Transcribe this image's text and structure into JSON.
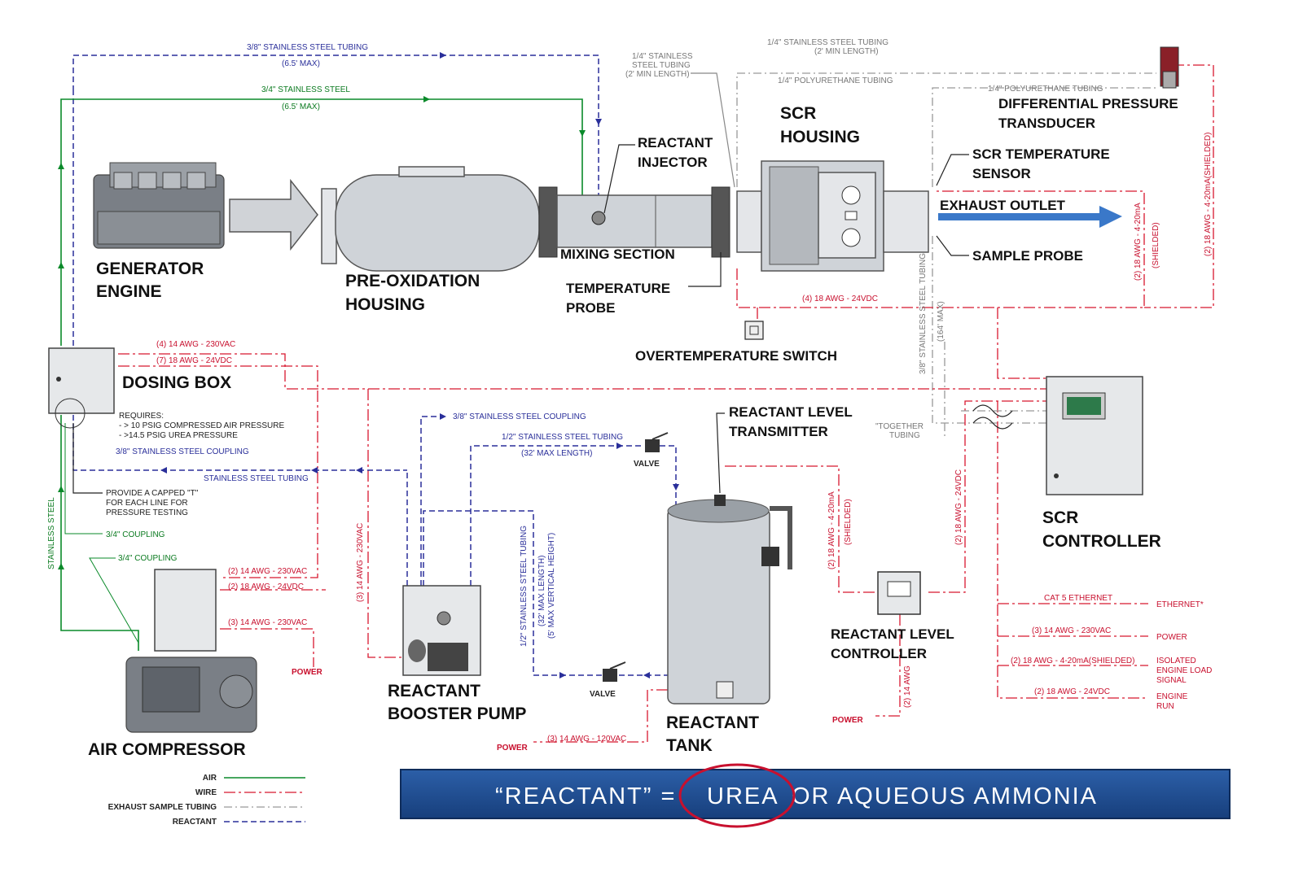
{
  "labels": {
    "generator_engine": [
      "GENERATOR",
      "ENGINE"
    ],
    "pre_oxidation": [
      "PRE-OXIDATION",
      "HOUSING"
    ],
    "mixing_section": "MIXING SECTION",
    "reactant_injector": [
      "REACTANT",
      "INJECTOR"
    ],
    "scr_housing": [
      "SCR",
      "HOUSING"
    ],
    "temperature_probe": [
      "TEMPERATURE",
      "PROBE"
    ],
    "overtemperature_switch": "OVERTEMPERATURE SWITCH",
    "differential_pressure_transducer": [
      "DIFFERENTIAL PRESSURE",
      "TRANSDUCER"
    ],
    "scr_temperature_sensor": [
      "SCR TEMPERATURE",
      "SENSOR"
    ],
    "exhaust_outlet": "EXHAUST OUTLET",
    "sample_probe": "SAMPLE PROBE",
    "dosing_box": "DOSING BOX",
    "reactant_level_transmitter": [
      "REACTANT LEVEL",
      "TRANSMITTER"
    ],
    "scr_controller": [
      "SCR",
      "CONTROLLER"
    ],
    "reactant_level_controller": [
      "REACTANT LEVEL",
      "CONTROLLER"
    ],
    "reactant_booster_pump": [
      "REACTANT",
      "BOOSTER PUMP"
    ],
    "reactant_tank": [
      "REACTANT",
      "TANK"
    ],
    "air_compressor": "AIR COMPRESSOR",
    "valve_upper": "VALVE",
    "valve_lower": "VALVE"
  },
  "notes": {
    "tube_3_8_top": "3/8\" STAINLESS STEEL TUBING",
    "tube_3_8_top_len": "(6.5' MAX)",
    "tube_3_4_top": "3/4\" STAINLESS STEEL",
    "tube_3_4_top_len": "(6.5' MAX)",
    "ss_quarter_a": "1/4\" STAINLESS",
    "ss_quarter_b": "STEEL TUBING",
    "ss_quarter_c": "(2' MIN LENGTH)",
    "ss_quarter_top_a": "1/4\" STAINLESS STEEL TUBING",
    "ss_quarter_top_b": "(2' MIN LENGTH)",
    "poly_quarter": "1/4\" POLYURETHANE TUBING",
    "poly_quarter_right": "1/4\" POLYURETHANE TUBING",
    "requires": "REQUIRES:",
    "req_air": "- > 10 PSIG COMPRESSED AIR PRESSURE",
    "req_urea": "- >14.5 PSIG UREA PRESSURE",
    "coupling_3_8_left": "3/8\" STAINLESS STEEL COUPLING",
    "coupling_3_8_pump": "3/8\" STAINLESS STEEL COUPLING",
    "ss_tubing": "STAINLESS STEEL TUBING",
    "capped_t_a": "PROVIDE A CAPPED \"T\"",
    "capped_t_b": "FOR EACH LINE FOR",
    "capped_t_c": "PRESSURE TESTING",
    "coupling_3_4_a": "3/4\" COUPLING",
    "coupling_3_4_b": "3/4\" COUPLING",
    "stainless_steel_vert": "STAINLESS STEEL",
    "half_tube": "1/2\" STAINLESS STEEL TUBING",
    "half_tube_len": "(32' MAX LENGTH)",
    "half_tube_vert_a": "1/2\" STAINLESS STEEL TUBING",
    "half_tube_vert_b": "(32' MAX LENGTH)",
    "half_tube_vert_c": "(5' MAX VERTICAL HEIGHT)",
    "ss_3_8_vert": "3/8\" STAINLESS STEEL TUBING",
    "ss_3_8_vert_len": "(164' MAX)",
    "together_a": "\"TOGETHER",
    "together_b": "TUBING"
  },
  "wires": {
    "w_4_14_230": "(4) 14 AWG - 230VAC",
    "w_7_18_24": "(7) 18 AWG - 24VDC",
    "w_4_18_24": "(4) 18 AWG - 24VDC",
    "w_3_14_230_vert": "(3) 14 AWG - 230VAC",
    "w_2_14_230": "(2) 14 AWG - 230VAC",
    "w_2_18_24": "(2) 18 AWG - 24VDC",
    "w_3_14_230_comp": "(3) 14 AWG - 230VAC",
    "power_comp": "POWER",
    "w_3_14_120": "(3) 14 AWG - 120VAC",
    "power_tank": "POWER",
    "w_2_14awg": "(2) 14 AWG",
    "power_lvl": "POWER",
    "w_2_18_420_shd_a": "(2) 18 AWG - 4-20mA",
    "w_2_18_420_shd_b": "(SHIELDED)",
    "w_2_18_24_vert": "(2) 18 AWG - 24VDC",
    "w_2_18_420_right_a": "(2) 18 AWG - 4-20mA",
    "w_2_18_420_right_b": "(SHIELDED)",
    "w_2_18_420_far": "(2) 18 AWG - 4-20mA(SHIELDED)",
    "cat5": "CAT 5 ETHERNET",
    "ethernet": "ETHERNET*",
    "w_3_14_230_ctrl": "(3) 14 AWG - 230VAC",
    "power_ctrl": "POWER",
    "w_2_18_420_ctrl": "(2) 18 AWG - 4-20mA(SHIELDED)",
    "isolated_a": "ISOLATED",
    "isolated_b": "ENGINE LOAD",
    "isolated_c": "SIGNAL",
    "w_2_18_24_ctrl": "(2) 18 AWG - 24VDC",
    "engine_a": "ENGINE",
    "engine_b": "RUN"
  },
  "legend": {
    "air": "AIR",
    "wire": "WIRE",
    "exhaust": "EXHAUST SAMPLE TUBING",
    "reactant": "REACTANT"
  },
  "banner": {
    "left": "“REACTANT” =",
    "urea": "UREA",
    "right": "OR AQUEOUS AMMONIA"
  },
  "colors": {
    "air": "#0a8a2a",
    "wire": "#d8182f",
    "exhaust_sample": "#999999",
    "reactant": "#2a2f9a",
    "banner": "#1f4f93",
    "highlight": "#c8102e",
    "exhaust_arrow": "#3a78c9"
  }
}
